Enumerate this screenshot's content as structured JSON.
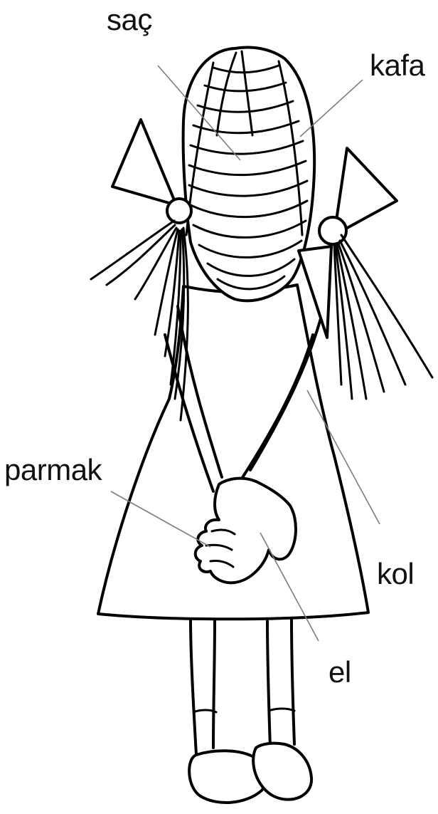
{
  "labels": {
    "hair": "saç",
    "head": "kafa",
    "finger": "parmak",
    "arm": "kol",
    "hand": "el"
  }
}
